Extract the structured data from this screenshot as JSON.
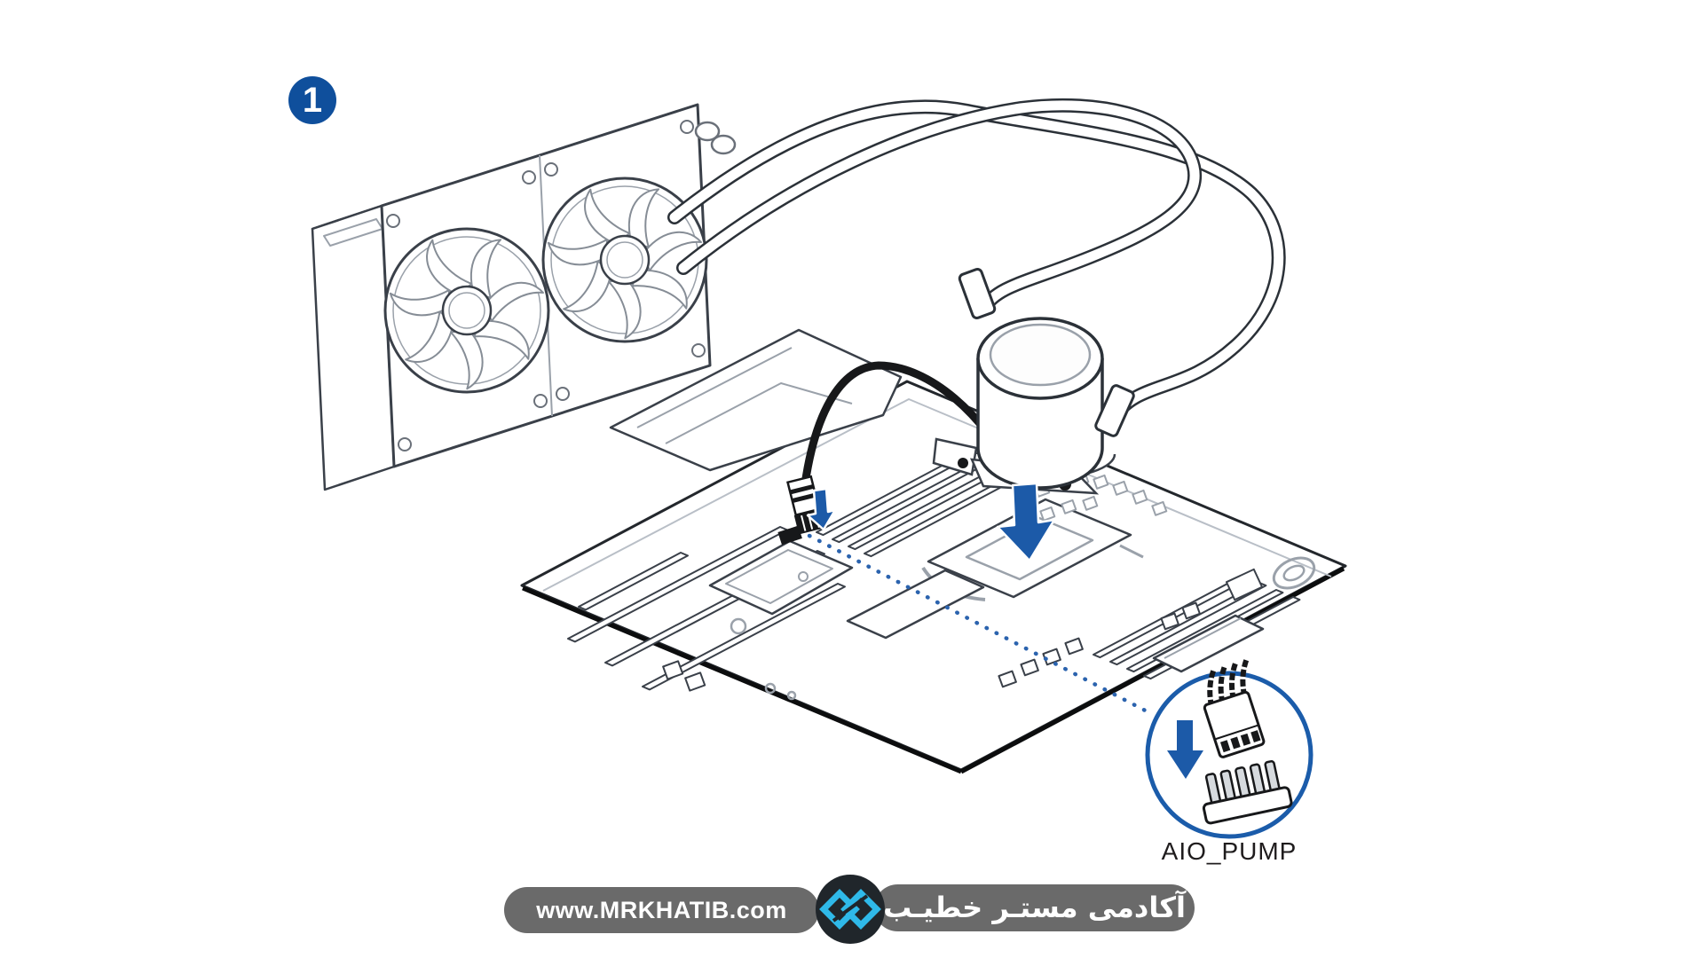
{
  "step": {
    "number": "1"
  },
  "diagram": {
    "title": "AIO cooler installation - step 1",
    "connector_label": "AIO_PUMP",
    "parts": {
      "radiator": "dual-fan radiator",
      "pump": "pump block over CPU socket",
      "cable": "pump cable to AIO_PUMP header",
      "callout": "AIO_PUMP 5-pin header with 4-pin plug"
    },
    "colors": {
      "accent_blue": "#1c5aa8",
      "badge_blue": "#0f4f9c",
      "dotted_blue": "#2b63ae",
      "line_dark": "#2b3138",
      "line_gray": "#9aa1aa"
    }
  },
  "footer": {
    "website": "www.MRKHATIB.com",
    "academy_name": "آکادمی مستـر خطیـب",
    "colors": {
      "bar_gray": "#6a6a6a",
      "logo_bg": "#20262b",
      "logo_cyan": "#2fb9e9"
    }
  }
}
